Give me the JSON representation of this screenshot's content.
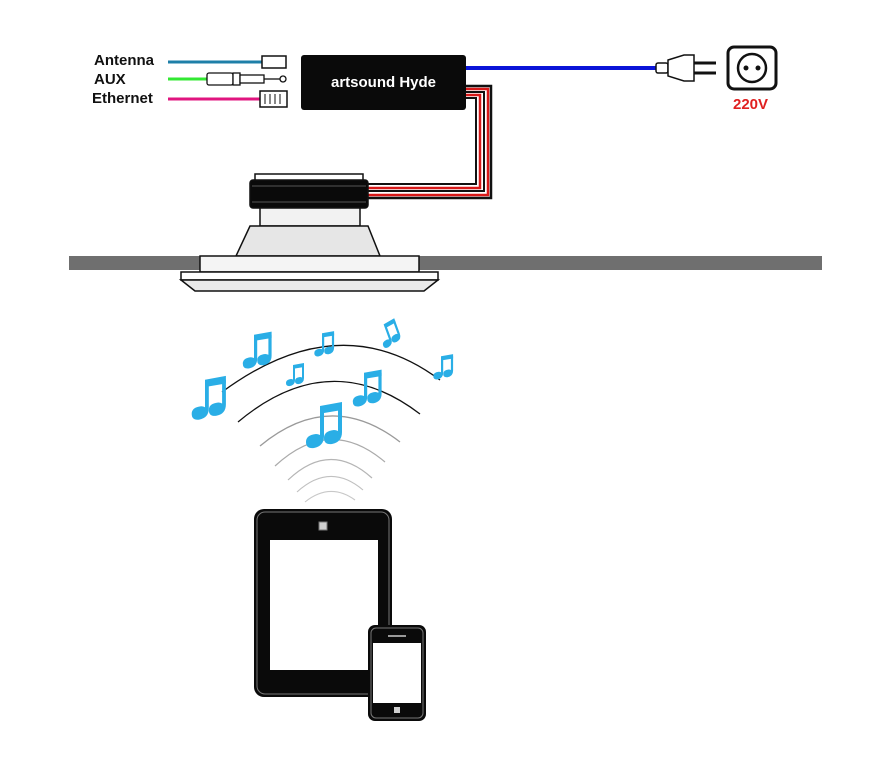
{
  "inputs": [
    {
      "label": "Antenna",
      "color": "#1e7fa8"
    },
    {
      "label": "AUX",
      "color": "#33e833"
    },
    {
      "label": "Ethernet",
      "color": "#e0157f"
    }
  ],
  "device": {
    "label": "artsound Hyde"
  },
  "power": {
    "label": "220V",
    "cable_color": "#0a14d8",
    "label_color": "#e02020"
  },
  "speaker_wire_colors": [
    "#d81818",
    "#ffffff",
    "#111111"
  ],
  "music_note_color": "#2aaee6",
  "icons": {
    "antenna_plug": "antenna-connector-icon",
    "aux_plug": "aux-jack-icon",
    "ethernet_plug": "rj45-connector-icon",
    "power_plug": "power-plug-icon",
    "power_socket": "wall-socket-icon",
    "speaker": "ceiling-speaker-icon",
    "tablet": "tablet-icon",
    "phone": "smartphone-icon",
    "notes": "music-note-icon"
  }
}
